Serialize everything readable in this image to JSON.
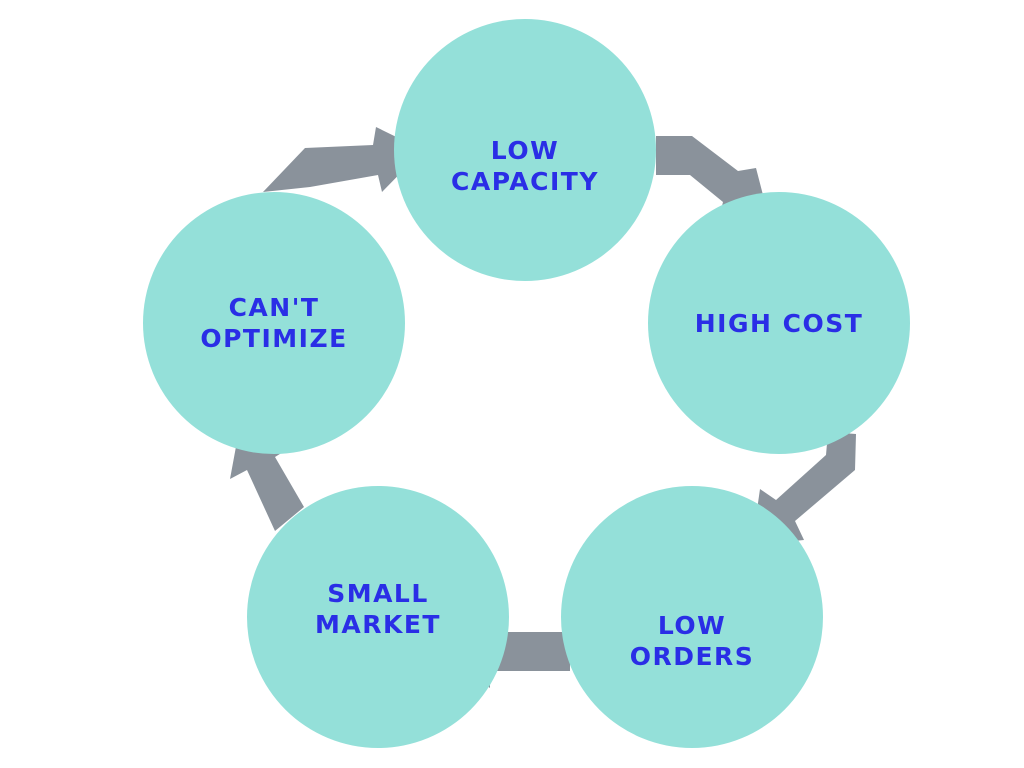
{
  "diagram": {
    "nodes": [
      {
        "id": "low-capacity",
        "label": "LOW\nCAPACITY"
      },
      {
        "id": "high-cost",
        "label": "HIGH COST"
      },
      {
        "id": "low-orders",
        "label": "LOW\nORDERS"
      },
      {
        "id": "small-market",
        "label": "SMALL\nMARKET"
      },
      {
        "id": "cant-optimize",
        "label": "CAN'T\nOPTIMIZE"
      }
    ],
    "edges": [
      {
        "from": "low-capacity",
        "to": "high-cost"
      },
      {
        "from": "high-cost",
        "to": "low-orders"
      },
      {
        "from": "low-orders",
        "to": "small-market"
      },
      {
        "from": "small-market",
        "to": "cant-optimize"
      },
      {
        "from": "cant-optimize",
        "to": "low-capacity"
      }
    ]
  },
  "colors": {
    "circle_fill": "#94e0d9",
    "label_text": "#2a2ee6",
    "arrow": "#8a929b",
    "background": "#ffffff"
  }
}
